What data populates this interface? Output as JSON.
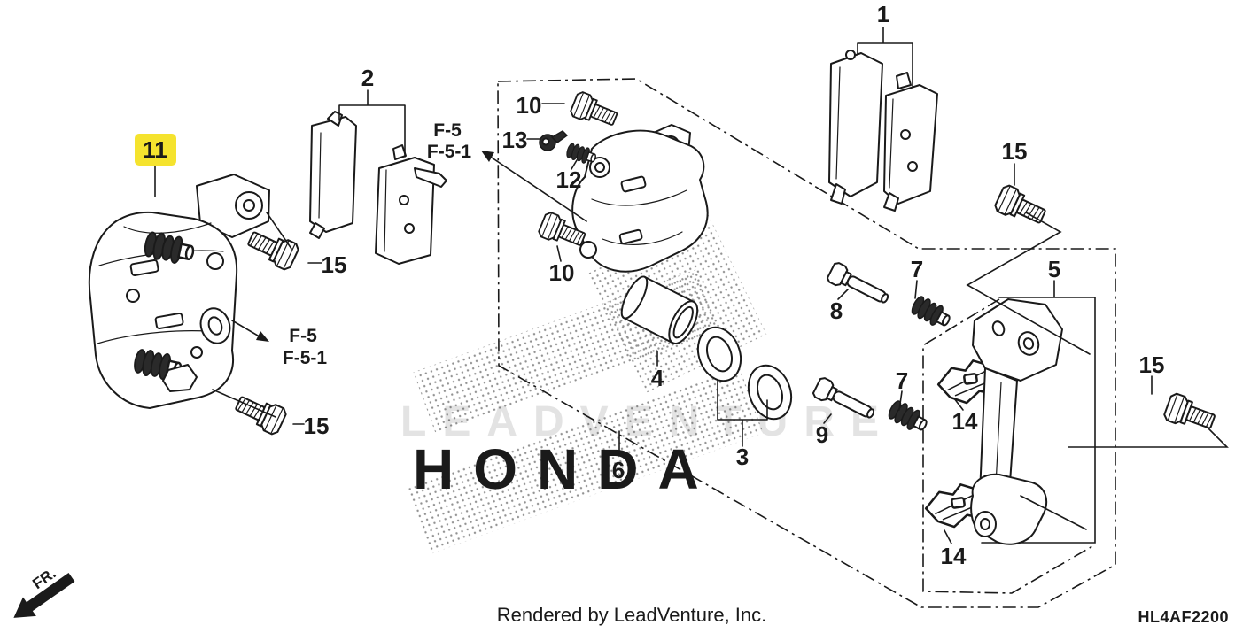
{
  "page": {
    "part_code": "HL4AF2200",
    "footer_credit": "Rendered by LeadVenture, Inc.",
    "front_marker": "FR.",
    "watermark": {
      "line1": "LEADVENTURE",
      "line2": "HONDA"
    },
    "colors": {
      "line": "#1a1a1a",
      "highlight_yellow": "#f5e32e",
      "watermark_gray": "#e3e3e3"
    },
    "section_references": {
      "top": {
        "line1": "F-5",
        "line2": "F-5-1"
      },
      "left": {
        "line1": "F-5",
        "line2": "F-5-1"
      }
    },
    "highlighted_callout": "11",
    "callouts": {
      "c1": "1",
      "c2": "2",
      "c3": "3",
      "c4": "4",
      "c5": "5",
      "c6": "6",
      "c7a": "7",
      "c7b": "7",
      "c8": "8",
      "c9": "9",
      "c10a": "10",
      "c10b": "10",
      "c11": "11",
      "c12": "12",
      "c13": "13",
      "c14a": "14",
      "c14b": "14",
      "c15a": "15",
      "c15b": "15",
      "c15c": "15",
      "c15d": "15"
    }
  }
}
